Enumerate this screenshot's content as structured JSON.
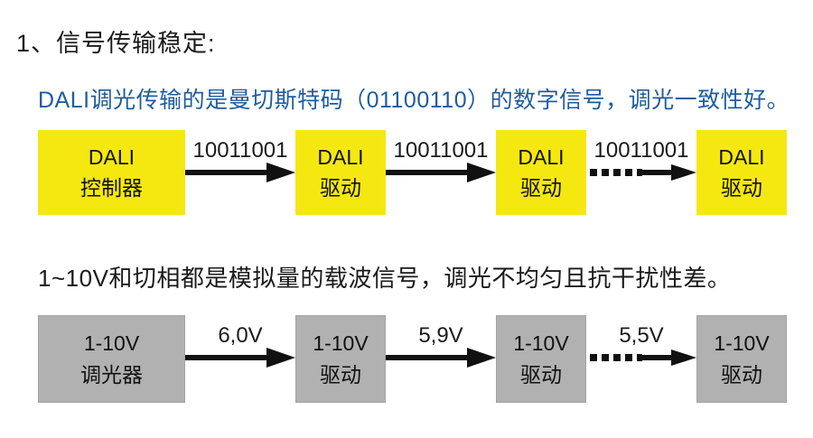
{
  "page": {
    "title": "1、信号传输稳定:"
  },
  "colors": {
    "title_text": "#1a1a1a",
    "dali_description_text": "#1f5c9e",
    "analog_description_text": "#1a1a1a",
    "dali_box": "#f5e811",
    "analog_box": "#b1b1b1",
    "arrow": "#111111"
  },
  "dali": {
    "description": "DALI调光传输的是曼切斯特码（01100110）的数字信号，调光一致性好。",
    "nodes": [
      {
        "line1": "DALI",
        "line2": "控制器"
      },
      {
        "line1": "DALI",
        "line2": "驱动"
      },
      {
        "line1": "DALI",
        "line2": "驱动"
      },
      {
        "line1": "DALI",
        "line2": "驱动"
      }
    ],
    "arrows": [
      {
        "label": "10011001",
        "style": "solid"
      },
      {
        "label": "10011001",
        "style": "solid"
      },
      {
        "label": "10011001",
        "style": "dashed"
      }
    ]
  },
  "analog": {
    "description": "1~10V和切相都是模拟量的载波信号，调光不均匀且抗干扰性差。",
    "nodes": [
      {
        "line1": "1-10V",
        "line2": "调光器"
      },
      {
        "line1": "1-10V",
        "line2": "驱动"
      },
      {
        "line1": "1-10V",
        "line2": "驱动"
      },
      {
        "line1": "1-10V",
        "line2": "驱动"
      }
    ],
    "arrows": [
      {
        "label": "6,0V",
        "style": "solid"
      },
      {
        "label": "5,9V",
        "style": "solid"
      },
      {
        "label": "5,5V",
        "style": "dashed"
      }
    ]
  }
}
